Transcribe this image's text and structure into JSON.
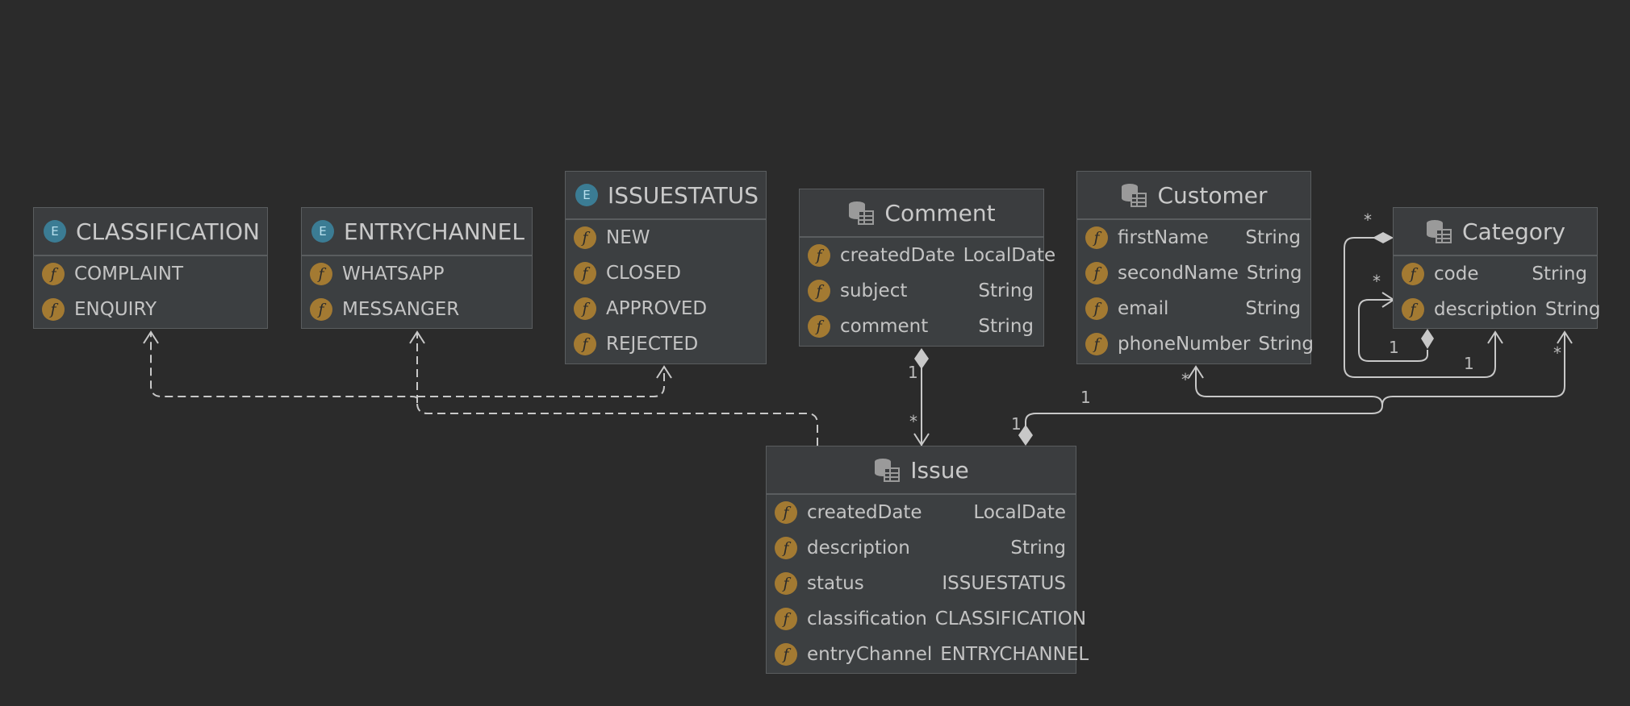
{
  "colors": {
    "background": "#2b2b2b",
    "node_fill": "#3c3f41",
    "node_border": "#5a5d5f",
    "field_icon": "#a37a32",
    "enum_icon": "#3b7c94",
    "edge": "#c8c8c8"
  },
  "enums": [
    {
      "name": "CLASSIFICATION",
      "icon": "E",
      "values": [
        "COMPLAINT",
        "ENQUIRY"
      ]
    },
    {
      "name": "ENTRYCHANNEL",
      "icon": "E",
      "values": [
        "WHATSAPP",
        "MESSANGER"
      ]
    },
    {
      "name": "ISSUESTATUS",
      "icon": "E",
      "values": [
        "NEW",
        "CLOSED",
        "APPROVED",
        "REJECTED"
      ]
    }
  ],
  "entities": {
    "comment": {
      "name": "Comment",
      "fields": [
        {
          "name": "createdDate",
          "type": "LocalDate"
        },
        {
          "name": "subject",
          "type": "String"
        },
        {
          "name": "comment",
          "type": "String"
        }
      ]
    },
    "customer": {
      "name": "Customer",
      "fields": [
        {
          "name": "firstName",
          "type": "String"
        },
        {
          "name": "secondName",
          "type": "String"
        },
        {
          "name": "email",
          "type": "String"
        },
        {
          "name": "phoneNumber",
          "type": "String"
        }
      ]
    },
    "category": {
      "name": "Category",
      "fields": [
        {
          "name": "code",
          "type": "String"
        },
        {
          "name": "description",
          "type": "String"
        }
      ]
    },
    "issue": {
      "name": "Issue",
      "fields": [
        {
          "name": "createdDate",
          "type": "LocalDate"
        },
        {
          "name": "description",
          "type": "String"
        },
        {
          "name": "status",
          "type": "ISSUESTATUS"
        },
        {
          "name": "classification",
          "type": "CLASSIFICATION"
        },
        {
          "name": "entryChannel",
          "type": "ENTRYCHANNEL"
        }
      ]
    }
  },
  "field_icon_letter": "f",
  "icons": {
    "enum": "enum-badge-icon",
    "entity": "database-table-icon",
    "field": "field-badge-icon"
  },
  "multiplicities": {
    "comment_issue_top": "1",
    "comment_issue_bottom": "*",
    "issue_customer_issue_end": "1",
    "issue_customer_customer_end": "*",
    "issue_customer_mid": "1",
    "category_self_top": "*",
    "category_self_left": "*",
    "category_self_one": "1",
    "category_parent_one": "1",
    "category_issue_star": "*"
  }
}
